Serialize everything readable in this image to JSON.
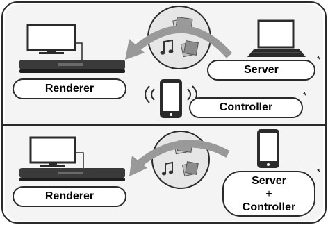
{
  "colors": {
    "frame": "#2a2a2a",
    "panel_top": "#f4f4f4",
    "panel_bottom": "#f4f4f4",
    "arrow": "#999999",
    "circle": "#e6e6e6",
    "device_dark": "#2b2b2b"
  },
  "top": {
    "renderer_label": "Renderer",
    "server_label": "Server",
    "controller_label": "Controller",
    "server_note": "*",
    "controller_note": "*"
  },
  "bottom": {
    "renderer_label": "Renderer",
    "server_label": "Server",
    "plus_label": "+",
    "controller_label": "Controller",
    "note": "*"
  },
  "icons": [
    "tv-icon",
    "blu-ray-player-icon",
    "laptop-icon",
    "smartphone-icon",
    "music-note-icon",
    "photos-icon",
    "video-icon",
    "wireless-signal-icon",
    "curved-arrow-icon"
  ]
}
